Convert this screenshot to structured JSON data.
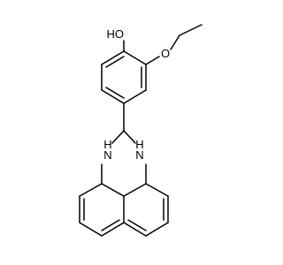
{
  "molecule": {
    "atom_labels": {
      "hydroxyl": "HO",
      "ether_oxygen": "O",
      "amine_left": "H\nN",
      "amine_right": "H\nN"
    },
    "colors": {
      "bond": "#000000",
      "label": "#000000",
      "background": "#ffffff"
    }
  }
}
